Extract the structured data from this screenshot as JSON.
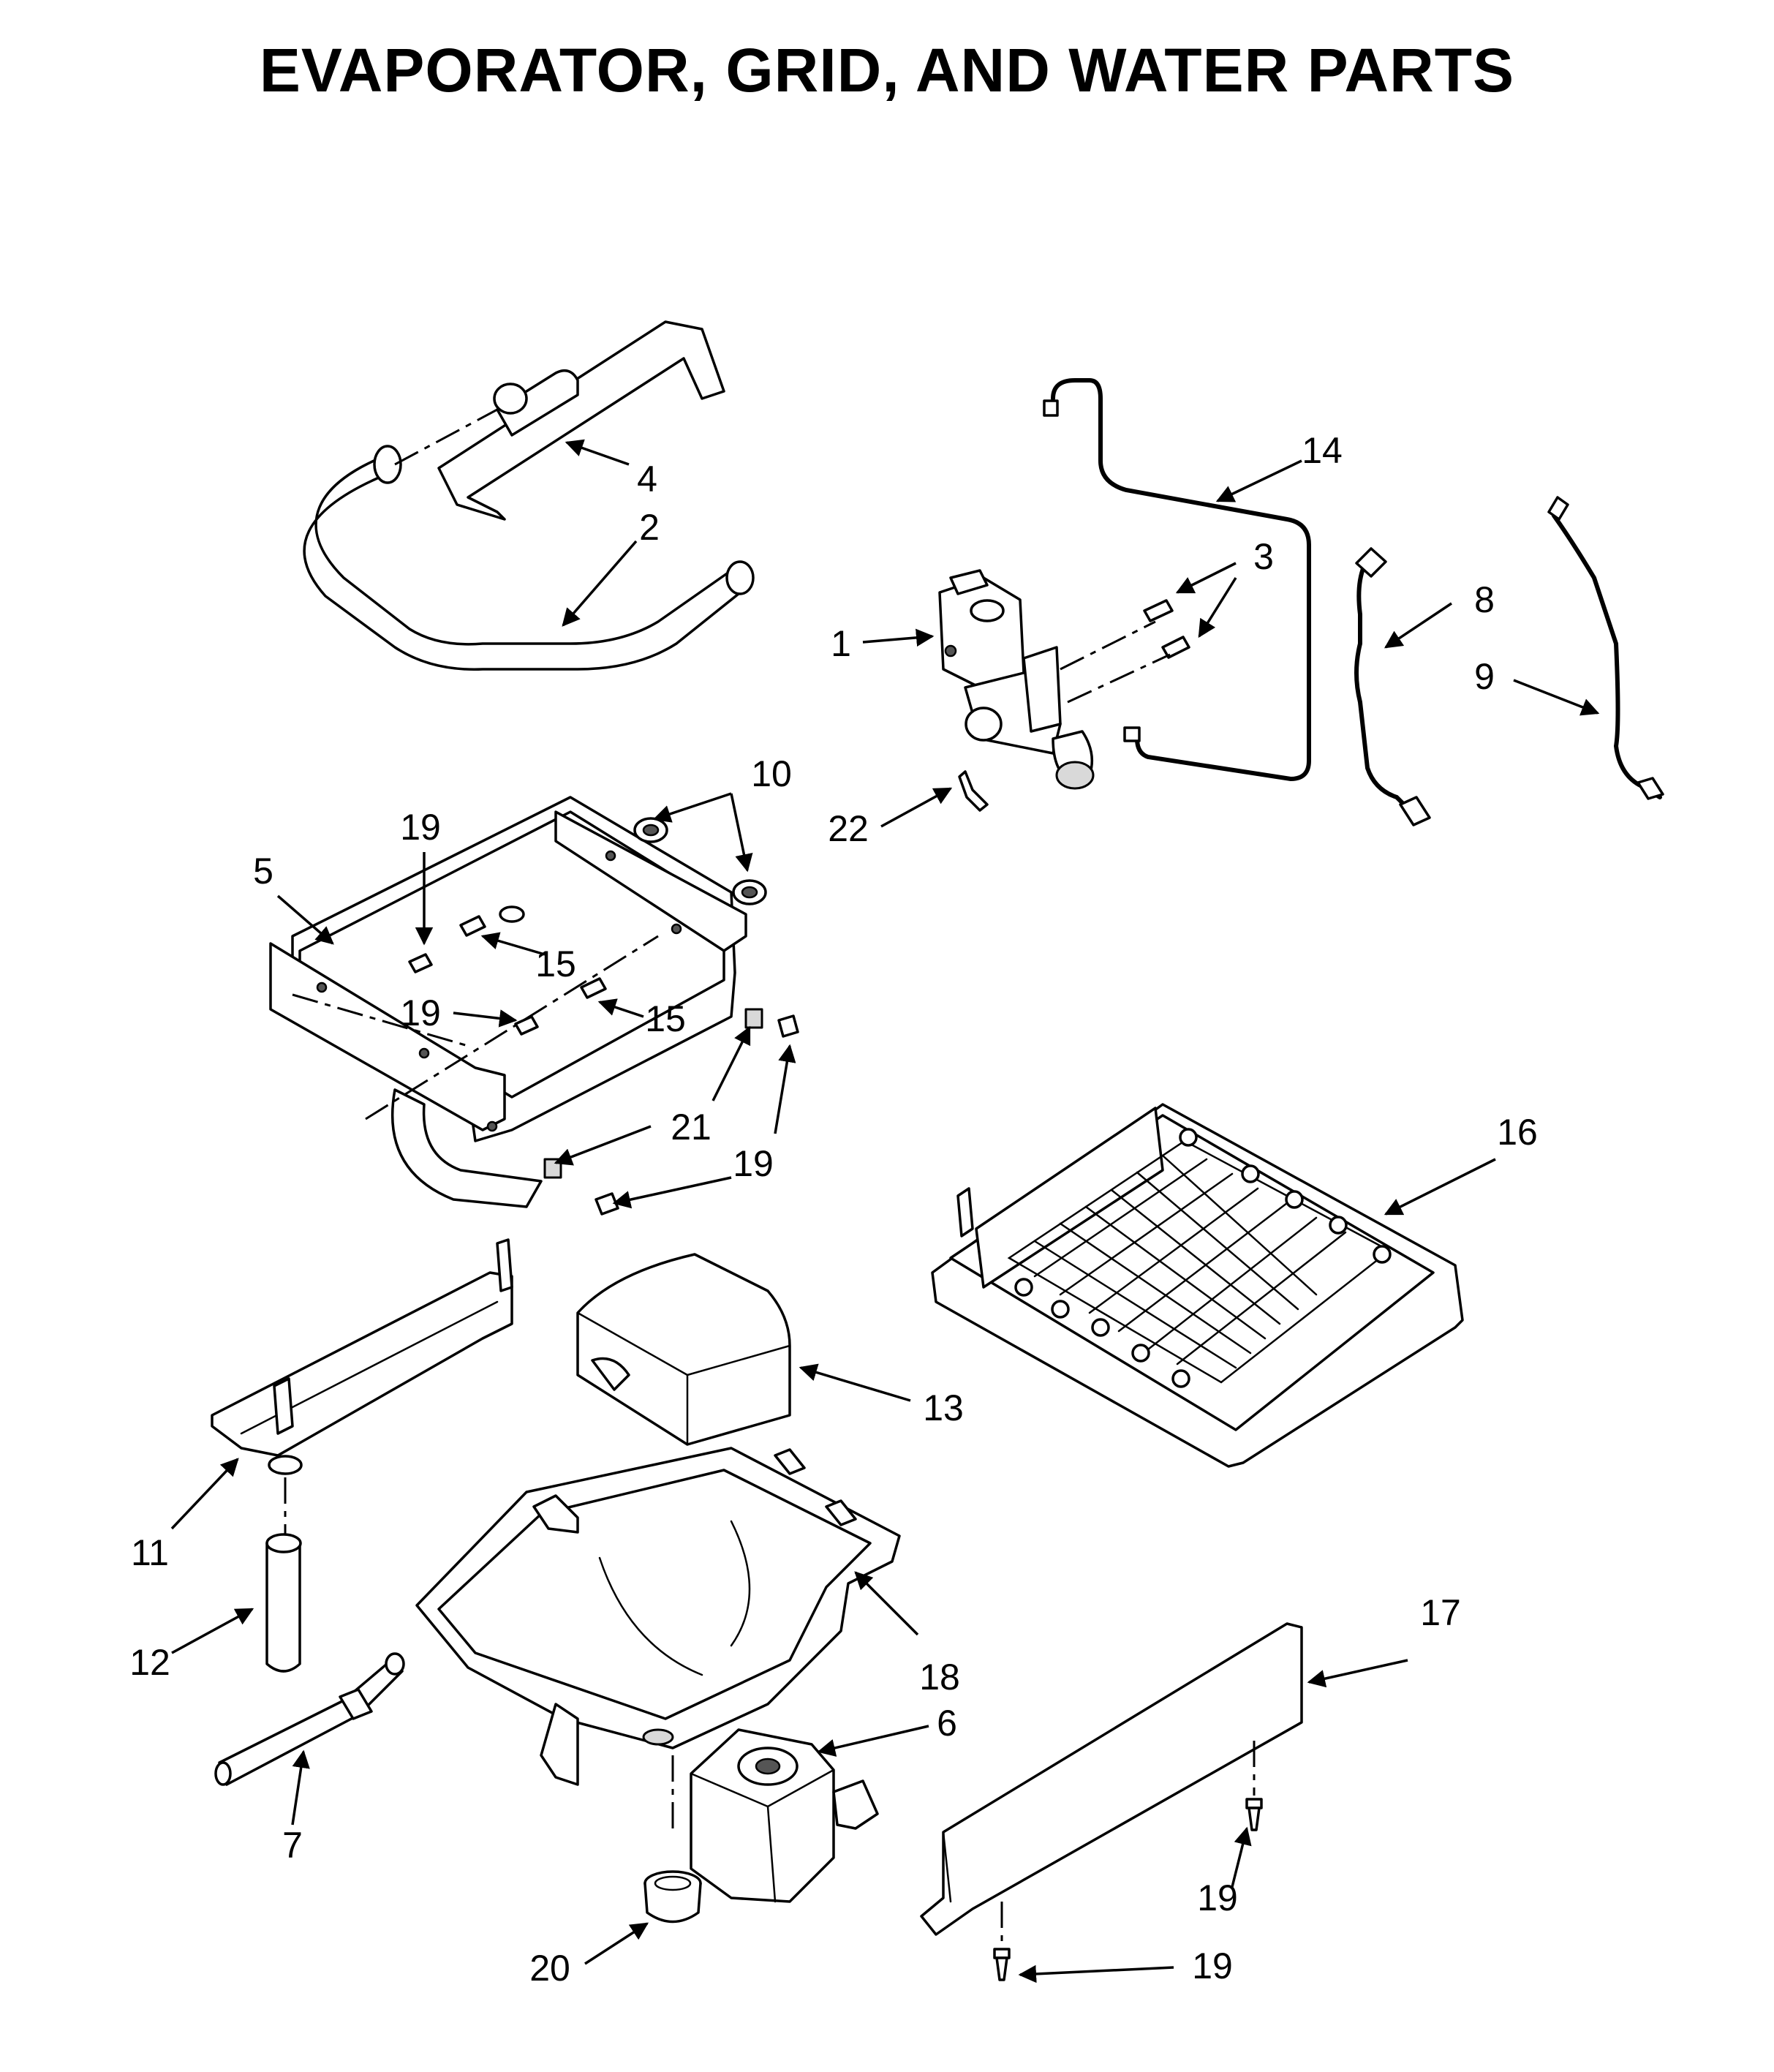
{
  "title": "EVAPORATOR, GRID, AND WATER PARTS",
  "callouts": [
    "1",
    "2",
    "3",
    "4",
    "5",
    "6",
    "7",
    "8",
    "9",
    "10",
    "11",
    "12",
    "13",
    "14",
    "15",
    "15",
    "16",
    "17",
    "18",
    "19",
    "19",
    "19",
    "19",
    "19",
    "20",
    "21",
    "22"
  ]
}
